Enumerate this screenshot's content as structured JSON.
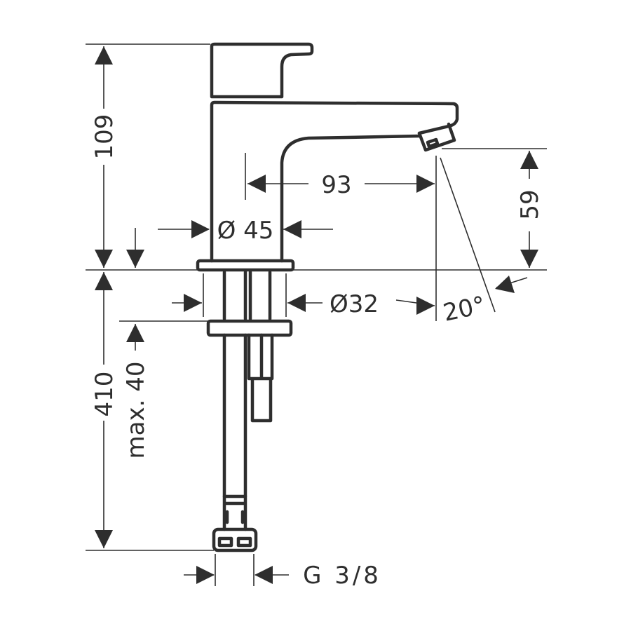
{
  "title": "Basin mixer dimension drawing",
  "dimensions": {
    "height_total": "109",
    "height_below": "410",
    "max_thickness": "max. 40",
    "spout_reach": "93",
    "spout_height": "59",
    "body_diameter": "Ø 45",
    "shank_diameter": "Ø32",
    "angle": "20°",
    "connection": "G 3/8"
  },
  "colors": {
    "line": "#2e2e2e",
    "background": "#ffffff"
  }
}
